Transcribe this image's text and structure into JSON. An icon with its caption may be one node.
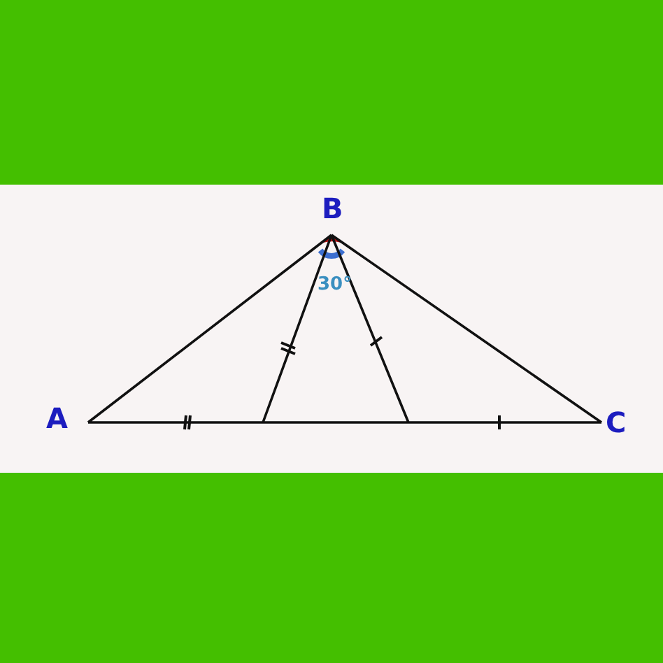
{
  "diagram": {
    "labels": [
      "B",
      "30°",
      "A",
      "C"
    ]
  }
}
